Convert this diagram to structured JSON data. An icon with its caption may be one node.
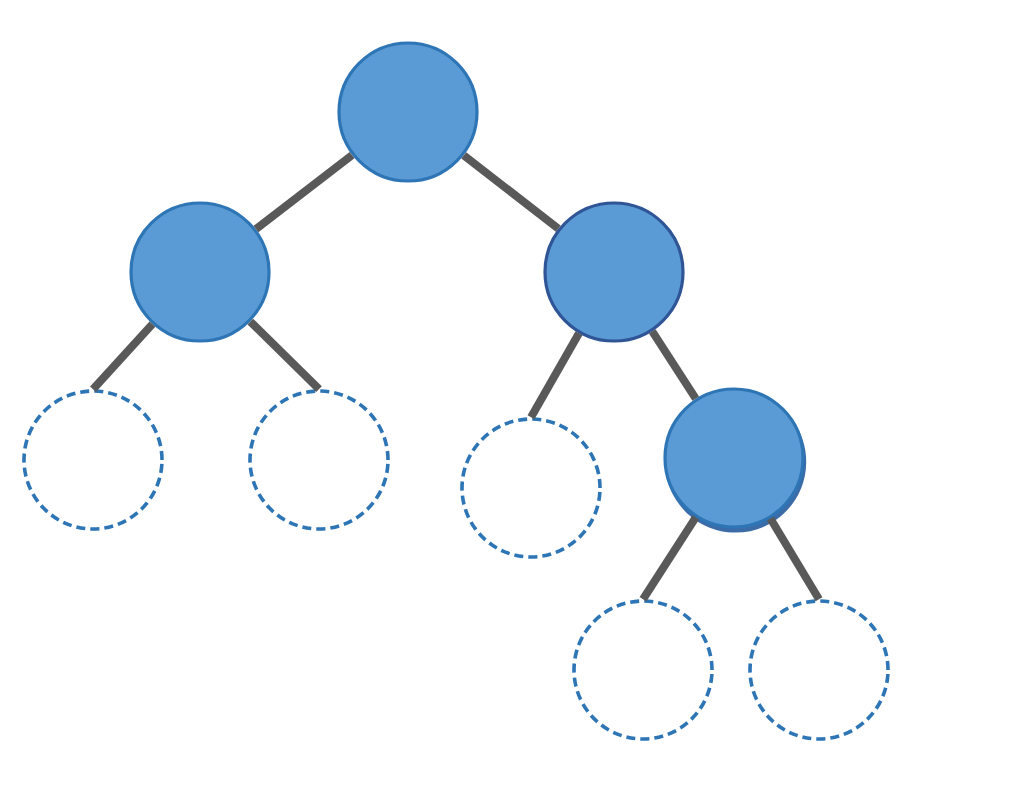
{
  "diagram": {
    "nodes": [
      {
        "text": [],
        "shape": "circle"
      },
      {
        "text": [],
        "shape": "circle"
      },
      {
        "text": [],
        "shape": "circle"
      },
      {
        "text": [],
        "shape": "circle"
      },
      {
        "text": [],
        "shape": "circle"
      },
      {
        "text": [],
        "shape": "circle"
      },
      {
        "text": [],
        "shape": "circle"
      },
      {
        "text": [],
        "shape": "circle"
      },
      {
        "text": [],
        "shape": "circle"
      }
    ],
    "edges": [
      {
        "from": 0,
        "to": 1,
        "arrow": "none"
      },
      {
        "from": 0,
        "to": 2,
        "arrow": "none"
      },
      {
        "from": 1,
        "to": 3,
        "arrow": "none"
      },
      {
        "from": 1,
        "to": 4,
        "arrow": "none"
      },
      {
        "from": 2,
        "to": 5,
        "arrow": "none"
      },
      {
        "from": 2,
        "to": 6,
        "arrow": "none"
      },
      {
        "from": 6,
        "to": 7,
        "arrow": "none"
      },
      {
        "from": 6,
        "to": 8,
        "arrow": "none"
      }
    ]
  }
}
